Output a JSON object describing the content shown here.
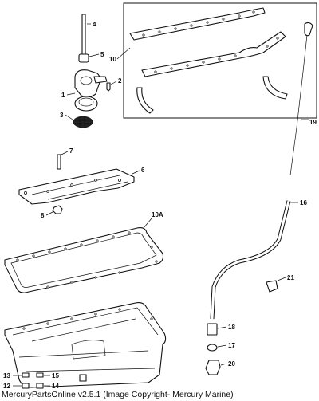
{
  "diagram": {
    "callouts": {
      "c1": "1",
      "c2": "2",
      "c3": "3",
      "c4": "4",
      "c5": "5",
      "c6": "6",
      "c7": "7",
      "c8": "8",
      "c10": "10",
      "c10a": "10A",
      "c12": "12",
      "c13": "13",
      "c14": "14",
      "c15": "15",
      "c16": "16",
      "c17": "17",
      "c18": "18",
      "c19": "19",
      "c20": "20",
      "c21": "21"
    }
  },
  "footer": {
    "copyright": "MercuryPartsOnline v2.5.1 (Image Copyright- Mercury Marine)"
  }
}
